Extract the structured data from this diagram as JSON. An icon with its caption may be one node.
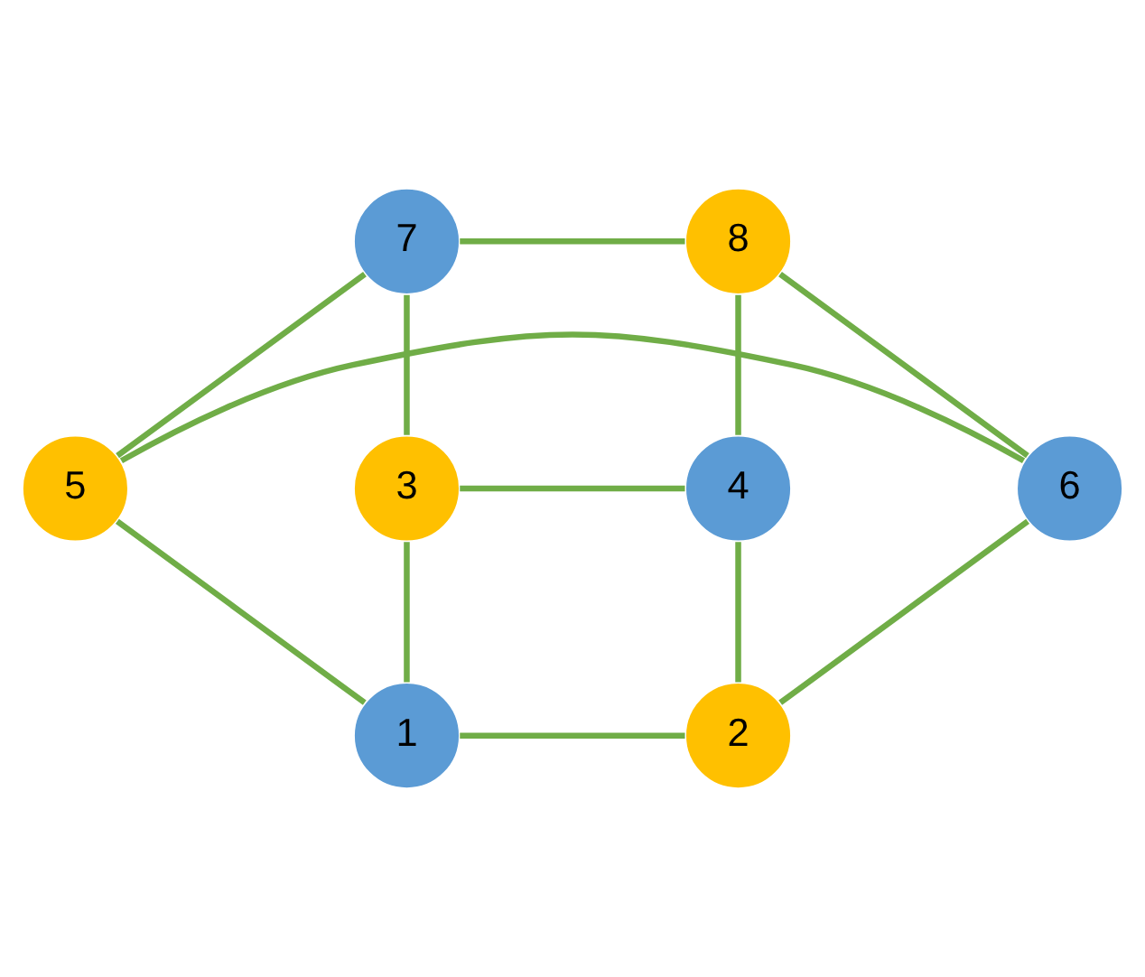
{
  "diagram": {
    "nodes": [
      {
        "text": [
          "7"
        ]
      },
      {
        "text": [
          "8"
        ]
      },
      {
        "text": [
          "3"
        ]
      },
      {
        "text": [
          "4"
        ]
      },
      {
        "text": [
          "5"
        ]
      },
      {
        "text": [
          "6"
        ]
      },
      {
        "text": [
          "1"
        ]
      },
      {
        "text": [
          "2"
        ]
      }
    ],
    "edges": [
      {
        "from": 0,
        "to": 1,
        "arrow": "none"
      },
      {
        "from": 0,
        "to": 2,
        "arrow": "none"
      },
      {
        "from": 0,
        "to": 4,
        "arrow": "none"
      },
      {
        "from": 1,
        "to": 3,
        "arrow": "none"
      },
      {
        "from": 1,
        "to": 5,
        "arrow": "none"
      },
      {
        "from": 2,
        "to": 3,
        "arrow": "none"
      },
      {
        "from": 2,
        "to": 6,
        "arrow": "none"
      },
      {
        "from": 3,
        "to": 7,
        "arrow": "none"
      },
      {
        "from": 4,
        "to": 5,
        "arrow": "none"
      },
      {
        "from": 4,
        "to": 6,
        "arrow": "none"
      },
      {
        "from": 5,
        "to": 7,
        "arrow": "none"
      },
      {
        "from": 6,
        "to": 7,
        "arrow": "none"
      }
    ]
  }
}
